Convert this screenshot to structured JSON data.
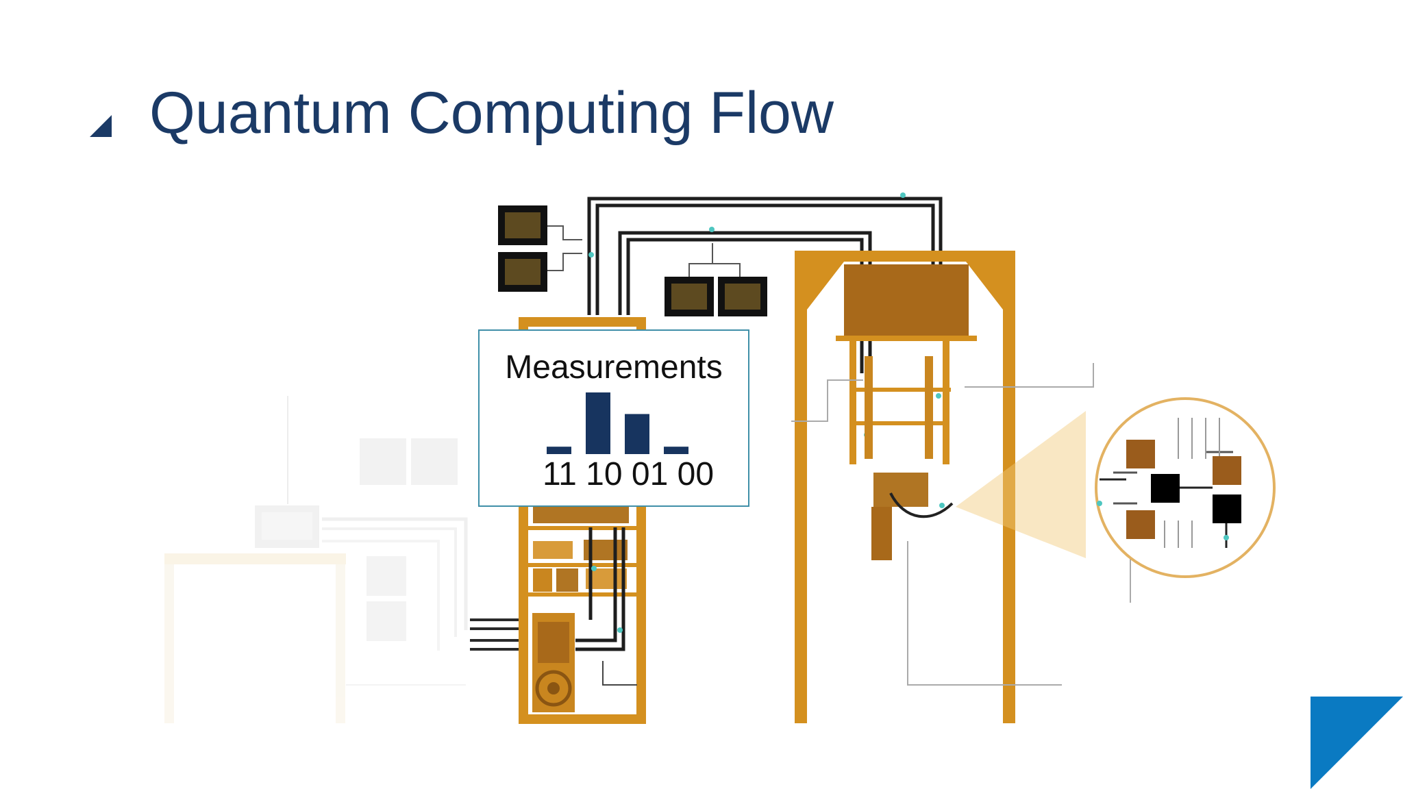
{
  "slide": {
    "title": "Quantum Computing Flow"
  },
  "measurements": {
    "title": "Measurements",
    "bar_labels": "11 10 01 00",
    "states": [
      "11",
      "10",
      "01",
      "00"
    ],
    "relative_heights": [
      0.12,
      1.0,
      0.65,
      0.12
    ]
  },
  "colors": {
    "title": "#1b3a66",
    "bars": "#17345f",
    "frame": "#d4901f",
    "frame_dark": "#a8691a",
    "box_border": "#3f8fa8",
    "accent": "#0a7ac2"
  }
}
